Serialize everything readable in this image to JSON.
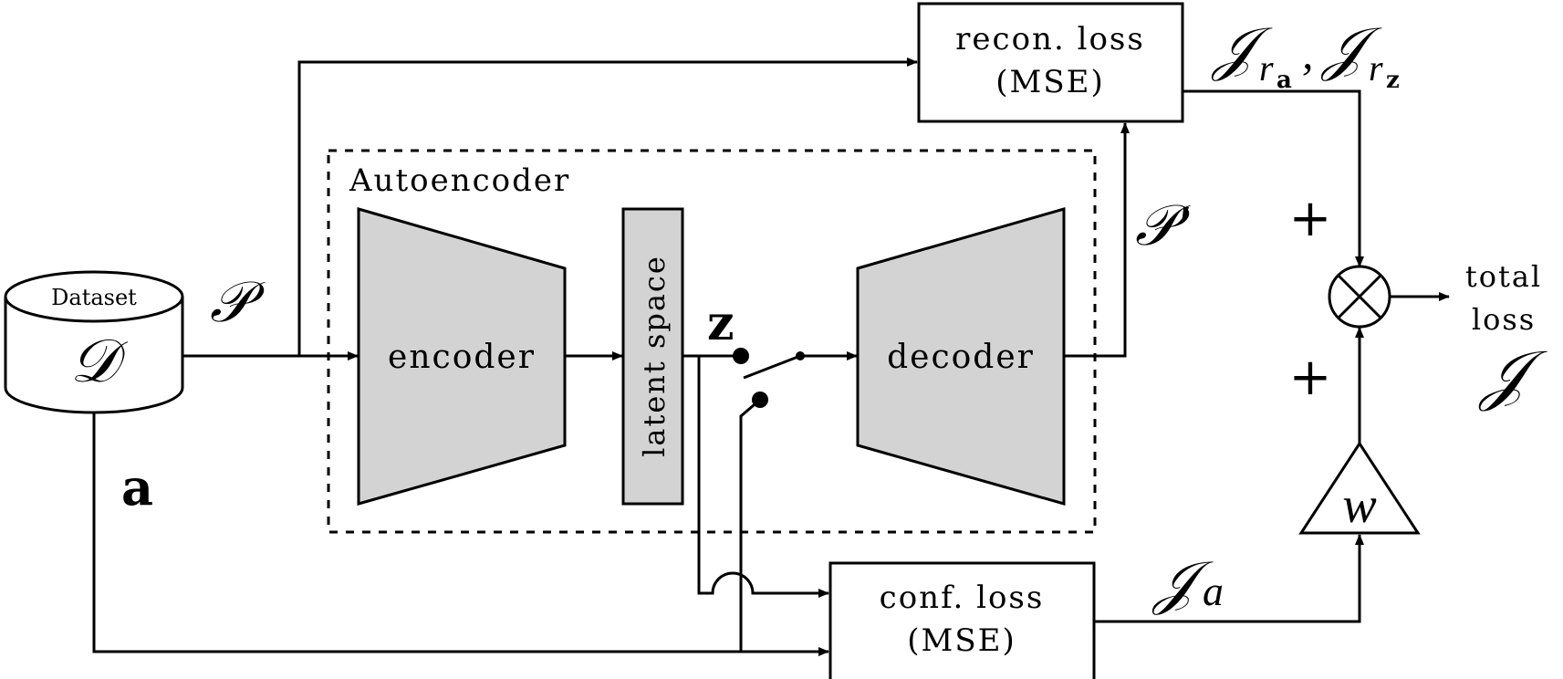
{
  "diagram": {
    "dataset": {
      "title": "Dataset",
      "symbol": "𝒟"
    },
    "autoencoder": {
      "title": "Autoencoder",
      "encoder_label": "encoder",
      "latent_label": "latent space",
      "decoder_label": "decoder"
    },
    "recon_loss": {
      "line1": "recon. loss",
      "line2": "(MSE)"
    },
    "conf_loss": {
      "line1": "conf. loss",
      "line2": "(MSE)"
    },
    "symbols": {
      "P": "𝒫",
      "P_prime": "𝒫′",
      "z": "z",
      "a": "a",
      "J_r_a": "𝒥",
      "r_sub": "r",
      "a_subsub": "a",
      "comma": ",",
      "J_r_z": "𝒥",
      "z_subsub": "z",
      "J_a": "𝒥",
      "a_sub": "a",
      "plus_top": "+",
      "plus_bottom": "+",
      "w": "w"
    },
    "total": {
      "line1": "total",
      "line2": "loss",
      "symbol": "𝒥"
    }
  }
}
